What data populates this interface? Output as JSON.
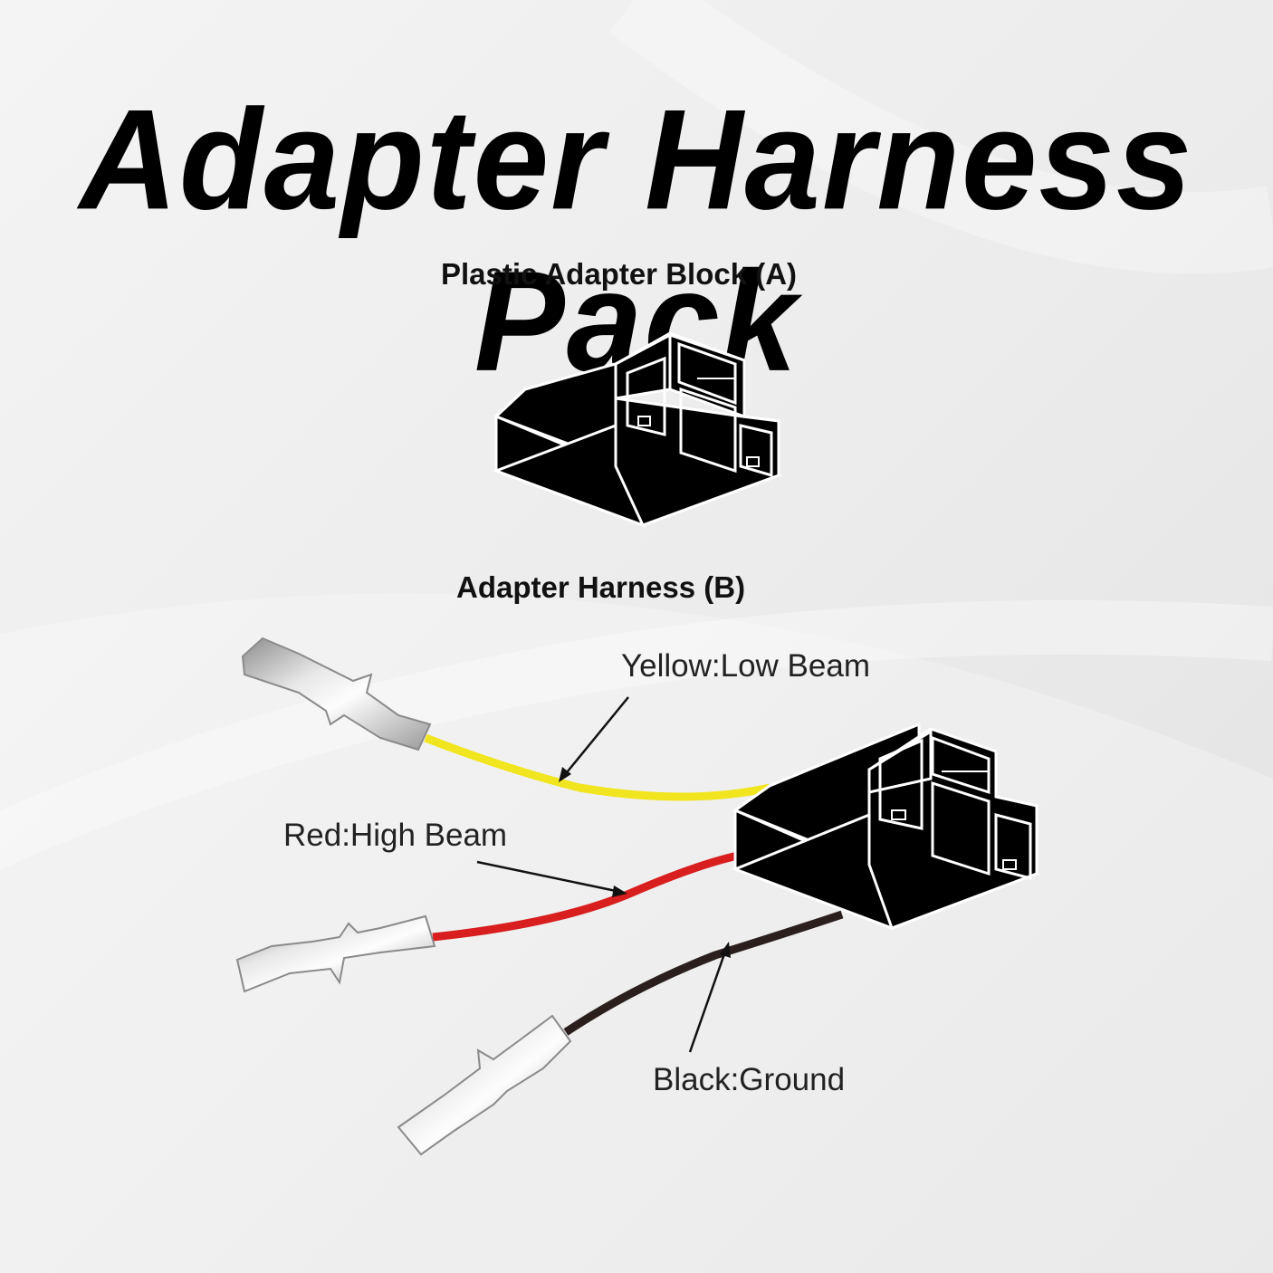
{
  "title": "Adapter Harness Pack",
  "block_a": {
    "label": "Plastic Adapter Block (A)"
  },
  "harness_b": {
    "label": "Adapter Harness (B)",
    "wires": [
      {
        "label": "Yellow:Low Beam",
        "color": "#f1e51f"
      },
      {
        "label": "Red:High Beam",
        "color": "#d81e1e"
      },
      {
        "label": "Black:Ground",
        "color": "#2a1f1c"
      }
    ]
  },
  "colors": {
    "background": "#ececec",
    "block": "#000000",
    "terminal": "#c8c8c8"
  }
}
